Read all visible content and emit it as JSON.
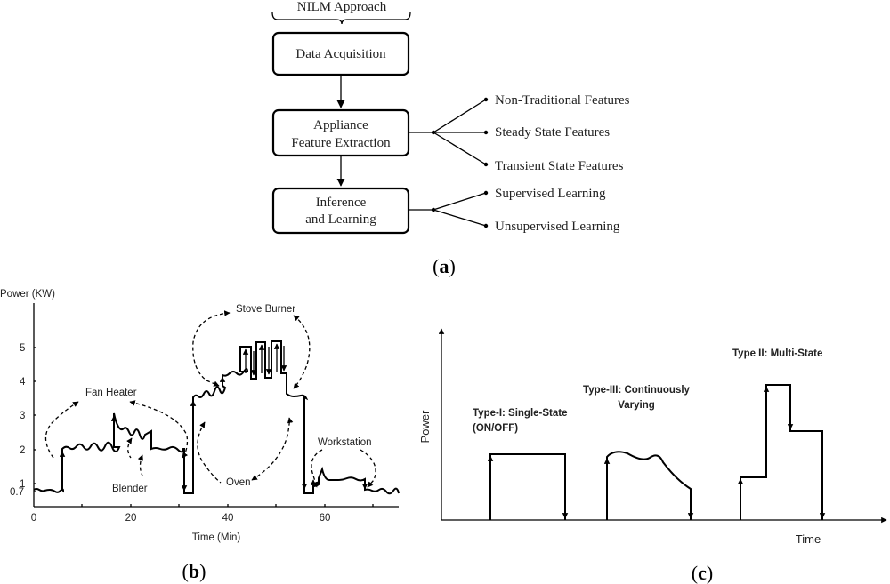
{
  "panel_a": {
    "header": "NILM Approach",
    "boxes": {
      "acquisition": [
        "Data Acquisition"
      ],
      "extraction": [
        "Appliance",
        "Feature Extraction"
      ],
      "inference": [
        "Inference",
        "and Learning"
      ]
    },
    "feature_branches": [
      "Non-Traditional Features",
      "Steady State Features",
      "Transient State Features"
    ],
    "learning_branches": [
      "Supervised Learning",
      "Unsupervised Learning"
    ],
    "caption": "(a)"
  },
  "panel_b": {
    "ylabel": "Power (KW)",
    "xlabel": "Time (Min)",
    "yticks": [
      "0.7",
      "1",
      "2",
      "3",
      "4",
      "5"
    ],
    "xticks": [
      "0",
      "20",
      "40",
      "60"
    ],
    "annotations": {
      "fan_heater": "Fan Heater",
      "blender": "Blender",
      "stove": "Stove Burner",
      "oven": "Oven",
      "workstation": "Workstation"
    },
    "caption": "(b)"
  },
  "panel_c": {
    "ylabel": "Power",
    "xlabel": "Time",
    "labels": {
      "type1": [
        "Type-I: Single-State",
        "(ON/OFF)"
      ],
      "type3": [
        "Type-III: Continuously",
        "Varying"
      ],
      "type2": [
        "Type II: Multi-State"
      ]
    },
    "caption": "(c)"
  }
}
